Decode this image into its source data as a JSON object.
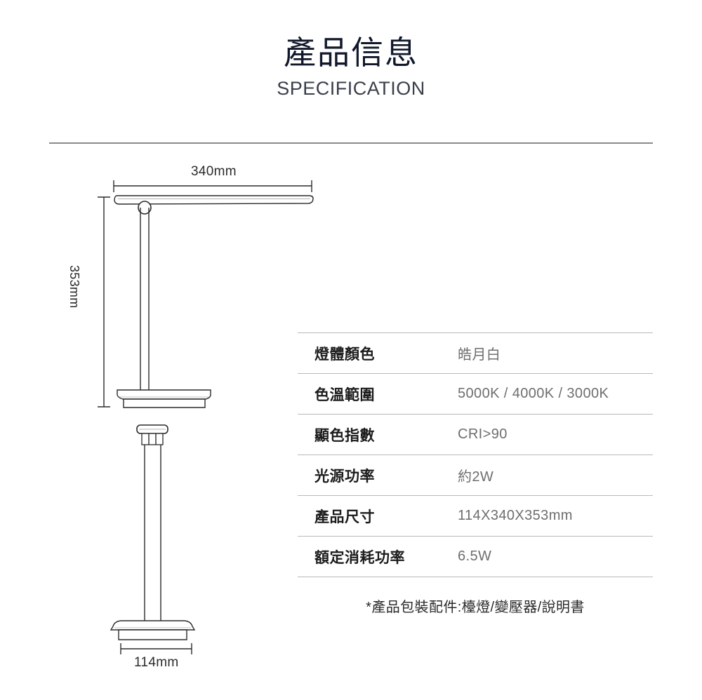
{
  "header": {
    "title_cn": "產品信息",
    "title_en": "SPECIFICATION"
  },
  "diagram": {
    "name": "desk-lamp-technical-drawing",
    "dimensions": {
      "width_top": "340mm",
      "height_left": "353mm",
      "base_width": "114mm"
    },
    "views": [
      "side-view",
      "front-view"
    ],
    "line_color": "#2b2b2b"
  },
  "spec_table": {
    "rows": [
      {
        "label": "燈體顏色",
        "value": "皓月白"
      },
      {
        "label": "色溫範圍",
        "value": "5000K / 4000K / 3000K"
      },
      {
        "label": "顯色指數",
        "value": "CRI>90"
      },
      {
        "label": "光源功率",
        "value": "約2W"
      },
      {
        "label": "產品尺寸",
        "value": "114X340X353mm"
      },
      {
        "label": "額定消耗功率",
        "value": "6.5W"
      }
    ]
  },
  "footnote": "*產品包裝配件:檯燈/變壓器/說明書",
  "colors": {
    "divider": "#8a8a8a",
    "row_border": "#b9b9b9",
    "label_text": "#1c1c1c",
    "value_text": "#6e6e6e",
    "title_text": "#11182b"
  }
}
